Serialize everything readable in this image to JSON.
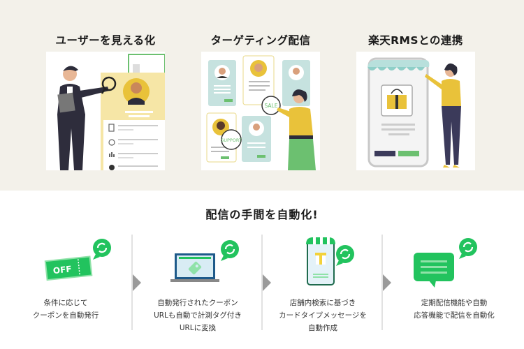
{
  "features": [
    {
      "title": "ユーザーを見える化",
      "illustration": "analyst-with-magnifier-and-profile-card"
    },
    {
      "title": "ターゲティング配信",
      "illustration": "woman-selecting-profile-cards",
      "badges": [
        "SALE",
        "SUPPORT"
      ]
    },
    {
      "title": "楽天RMSとの連携",
      "illustration": "woman-with-smartphone-storefront"
    }
  ],
  "automation": {
    "heading": "配信の手間を自動化!",
    "steps": [
      {
        "icon": "coupon-off-icon",
        "icon_text": "OFF",
        "lines": [
          "条件に応じて",
          "クーポンを自動発行"
        ]
      },
      {
        "icon": "laptop-tag-icon",
        "lines": [
          "自動発行されたクーポン",
          "URLも自動で計測タグ付き",
          "URLに変換"
        ]
      },
      {
        "icon": "smartphone-store-gift-icon",
        "lines": [
          "店舗内検索に基づき",
          "カードタイプメッセージを",
          "自動作成"
        ]
      },
      {
        "icon": "chat-bubble-icon",
        "lines": [
          "定期配信機能や自動",
          "応答機能で配信を自動化"
        ]
      }
    ]
  },
  "colors": {
    "top_background": "#f3f1ea",
    "accent_green": "#22c35e",
    "arrow_gray": "#9a9a9a",
    "divider_gray": "#e2e2e2"
  }
}
